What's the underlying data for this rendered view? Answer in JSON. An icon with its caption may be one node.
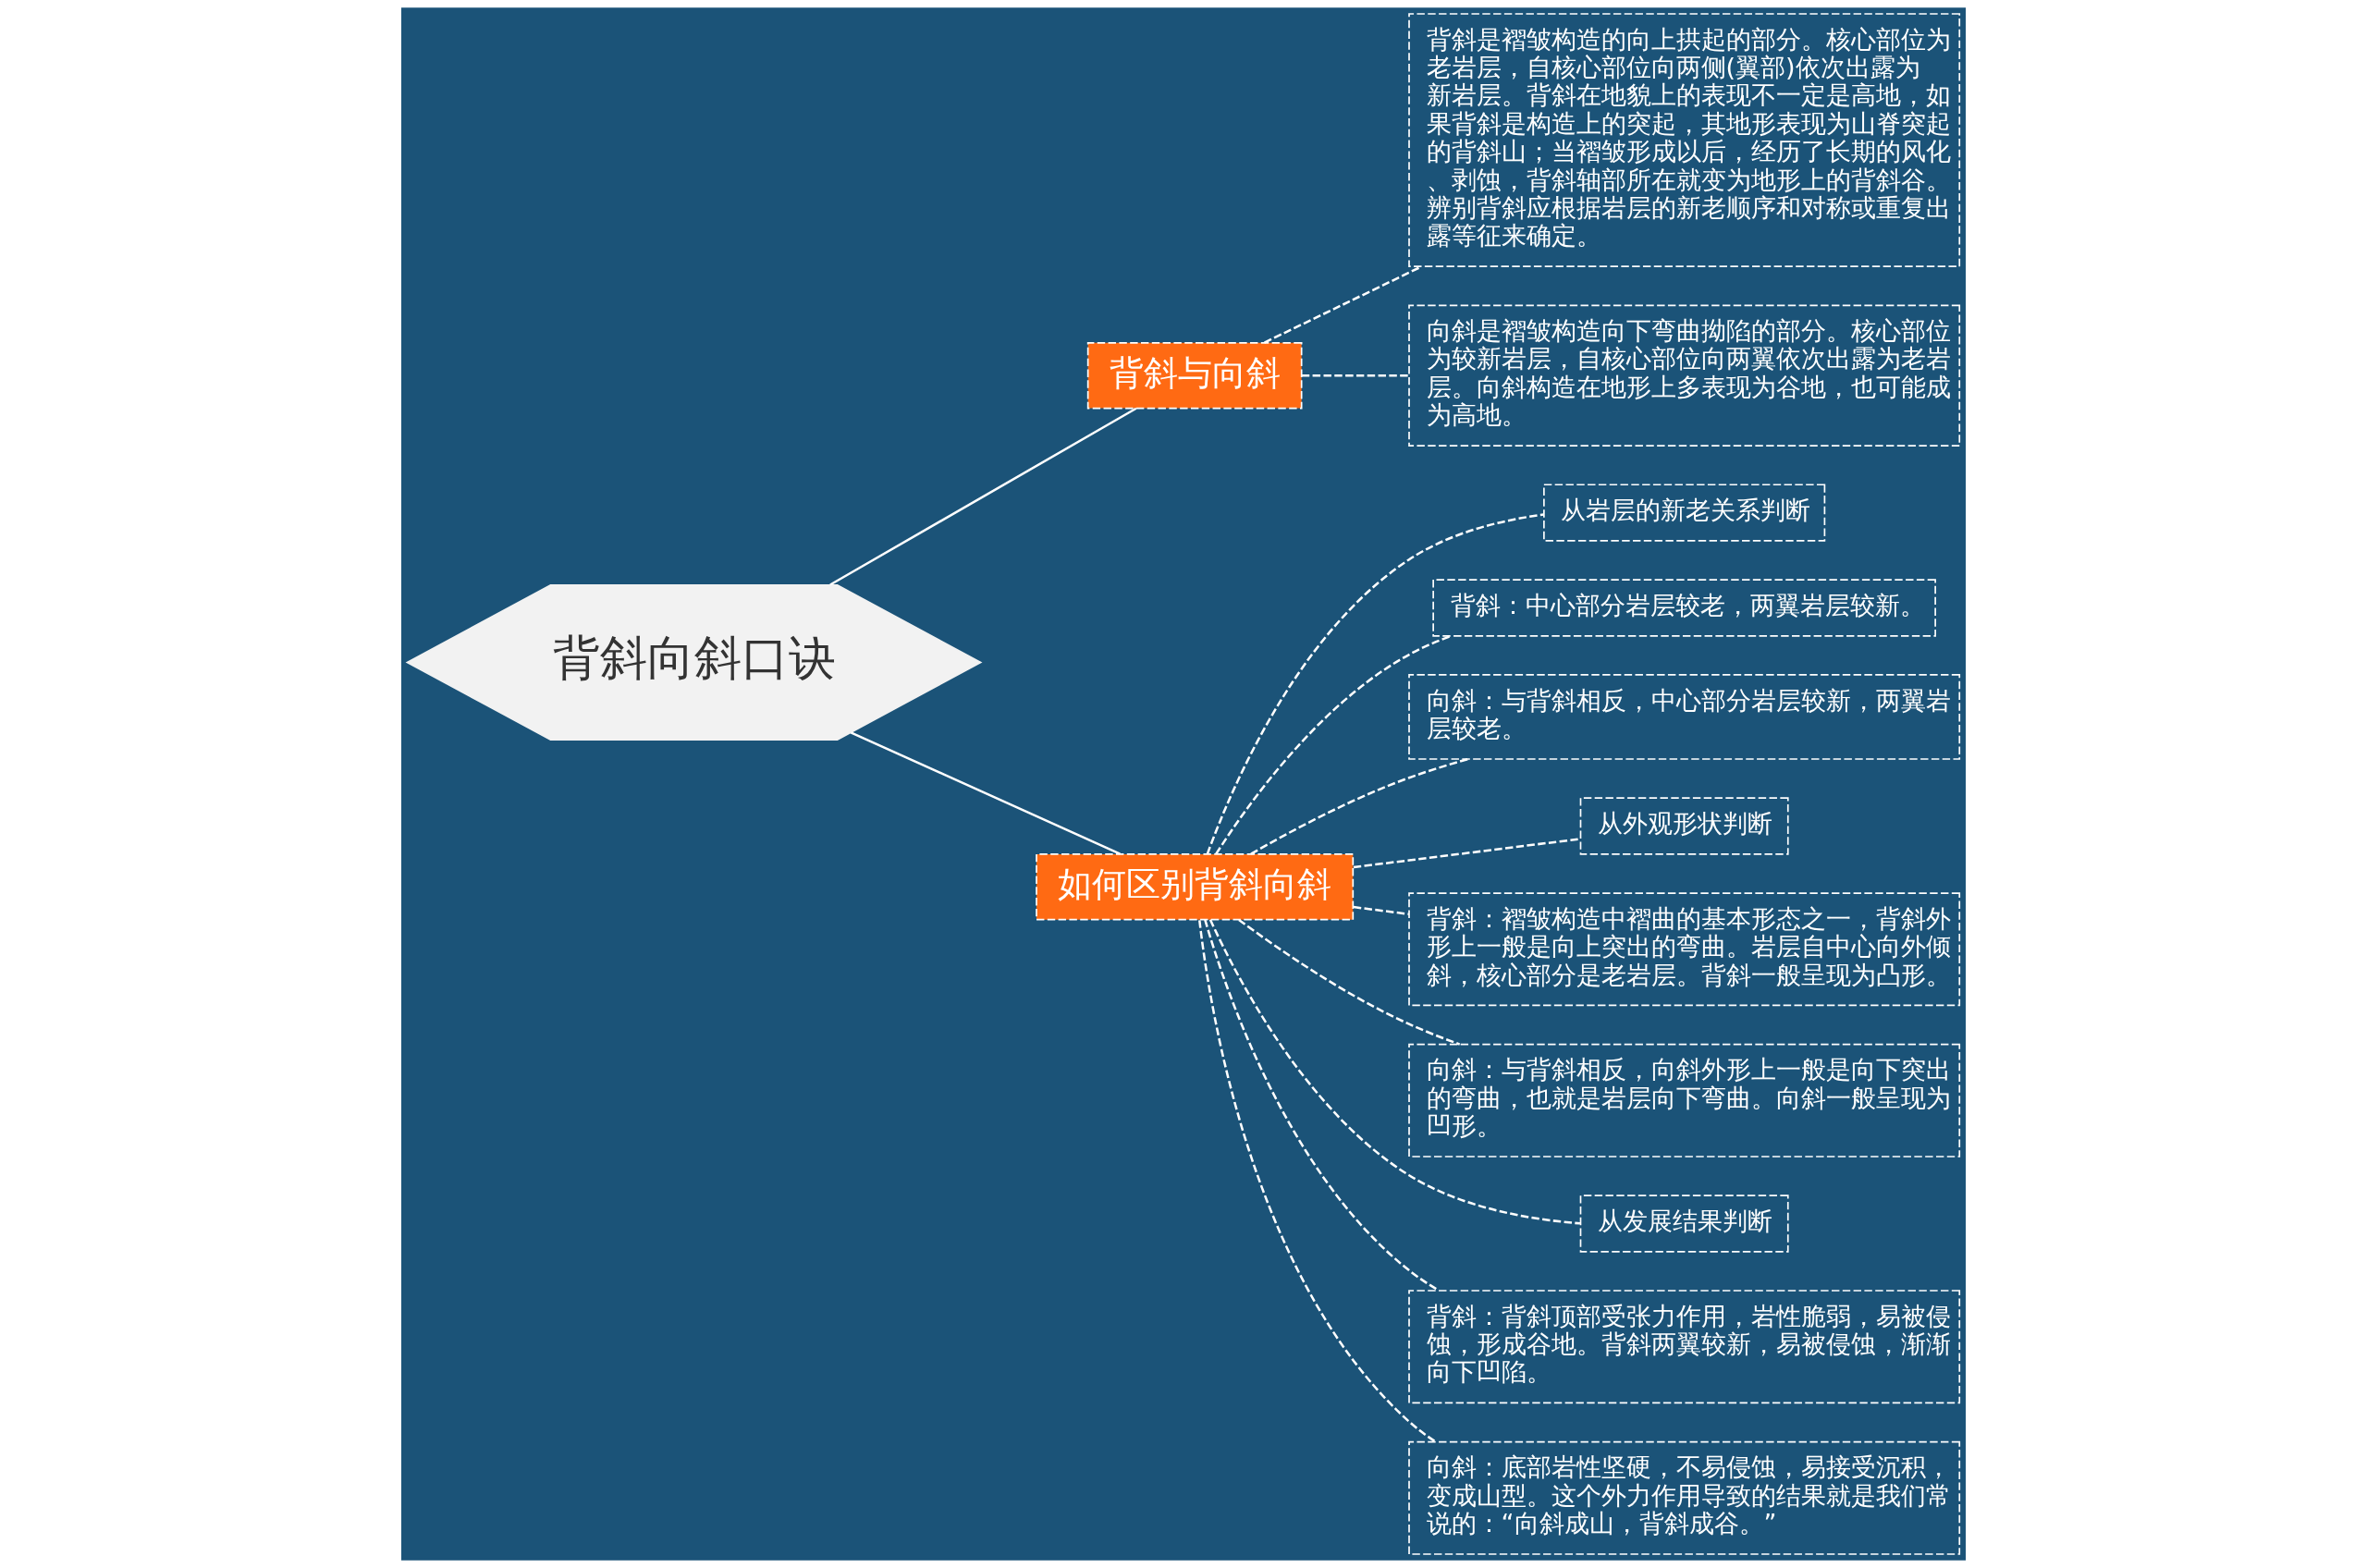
{
  "diagram": {
    "nodes": [
      {
        "text": [
          "背斜向斜口诀"
        ]
      },
      {
        "text": [
          "背斜与向斜"
        ]
      },
      {
        "text": [
          "背斜是褶皱构造的向上拱起的部分。核心部位为老岩层，自核心部位向两侧(翼部)依次出露为新岩层。背斜在地貌上的表现不一定是高地，如果背斜是构造上的突起，其地形表现为山脊突起的背斜山；当褶皱形成以后，经历了长期的风化、剥蚀，背斜轴部所在就变为地形上的背斜谷。辨别背斜应根据岩层的新老顺序和对称或重复出露等征来确定。"
        ]
      },
      {
        "text": [
          "向斜是褶皱构造向下弯曲拗陷的部分。核心部位为较新岩层，自核心部位向两翼依次出露为老岩层。向斜构造在地形上多表现为谷地，也可能成为高地。"
        ]
      },
      {
        "text": [
          "如何区别背斜向斜"
        ]
      },
      {
        "text": [
          "从岩层的新老关系判断"
        ]
      },
      {
        "text": [
          "背斜：中心部分岩层较老，两翼岩层较新。"
        ]
      },
      {
        "text": [
          "向斜：与背斜相反，中心部分岩层较新，两翼岩层较老。"
        ]
      },
      {
        "text": [
          "从外观形状判断"
        ]
      },
      {
        "text": [
          "背斜：褶皱构造中褶曲的基本形态之一，背斜外形上一般是向上突出的弯曲。岩层自中心向外倾斜，核心部分是老岩层。背斜一般呈现为凸形。"
        ]
      },
      {
        "text": [
          "向斜：与背斜相反，向斜外形上一般是向下突出的弯曲，也就是岩层向下弯曲。向斜一般呈现为凹形。"
        ]
      },
      {
        "text": [
          "从发展结果判断"
        ]
      },
      {
        "text": [
          "背斜：背斜顶部受张力作用，岩性脆弱，易被侵蚀，形成谷地。背斜两翼较新，易被侵蚀，渐渐向下凹陷。"
        ]
      },
      {
        "text": [
          "向斜：底部岩性坚硬，不易侵蚀，易接受沉积，变成山型。这个外力作用导致的结果就是我们常说的：“向斜成山，背斜成谷。”"
        ]
      }
    ],
    "edges": [
      {
        "from": 0,
        "to": 1,
        "arrow": "none"
      },
      {
        "from": 1,
        "to": 2,
        "arrow": "none",
        "style": "dashed"
      },
      {
        "from": 1,
        "to": 3,
        "arrow": "none",
        "style": "dashed"
      },
      {
        "from": 0,
        "to": 4,
        "arrow": "none"
      },
      {
        "from": 4,
        "to": 5,
        "arrow": "none",
        "style": "dashed"
      },
      {
        "from": 4,
        "to": 6,
        "arrow": "none",
        "style": "dashed"
      },
      {
        "from": 4,
        "to": 7,
        "arrow": "none",
        "style": "dashed"
      },
      {
        "from": 4,
        "to": 8,
        "arrow": "none",
        "style": "dashed"
      },
      {
        "from": 4,
        "to": 9,
        "arrow": "none",
        "style": "dashed"
      },
      {
        "from": 4,
        "to": 10,
        "arrow": "none",
        "style": "dashed"
      },
      {
        "from": 4,
        "to": 11,
        "arrow": "none",
        "style": "dashed"
      },
      {
        "from": 4,
        "to": 12,
        "arrow": "none",
        "style": "dashed"
      },
      {
        "from": 4,
        "to": 13,
        "arrow": "none",
        "style": "dashed"
      }
    ]
  }
}
